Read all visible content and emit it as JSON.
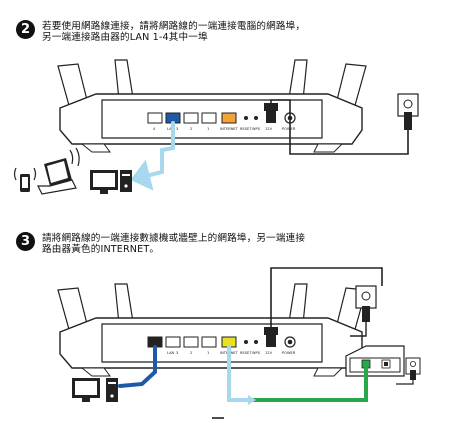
{
  "step2": {
    "number": "2",
    "line1": "若要使用網路線連接，請將網路線的一端連接電腦的網路埠，",
    "line2": "另一端連接路由器的LAN 1-4其中一埠"
  },
  "step3": {
    "number": "3",
    "line1": "請將網路線的一端連接數據機或牆壁上的網路埠，另一端連接",
    "line2": "路由器黃色的INTERNET。"
  },
  "router_ports": {
    "lan4": "4",
    "lan": "LAN",
    "lan3": "3",
    "lan2": "2",
    "lan1": "1",
    "internet": "INTERNET",
    "reset": "RESET",
    "wps": "WPS",
    "power_in": "12V",
    "power": "POWER"
  },
  "colors": {
    "lan_cable_light": "#a8d8ee",
    "lan_cable_dark": "#1f5aa8",
    "internet_port": "#f2a33a",
    "internet_port_step3": "#e8e020",
    "wan_cable": "#27a84a"
  }
}
